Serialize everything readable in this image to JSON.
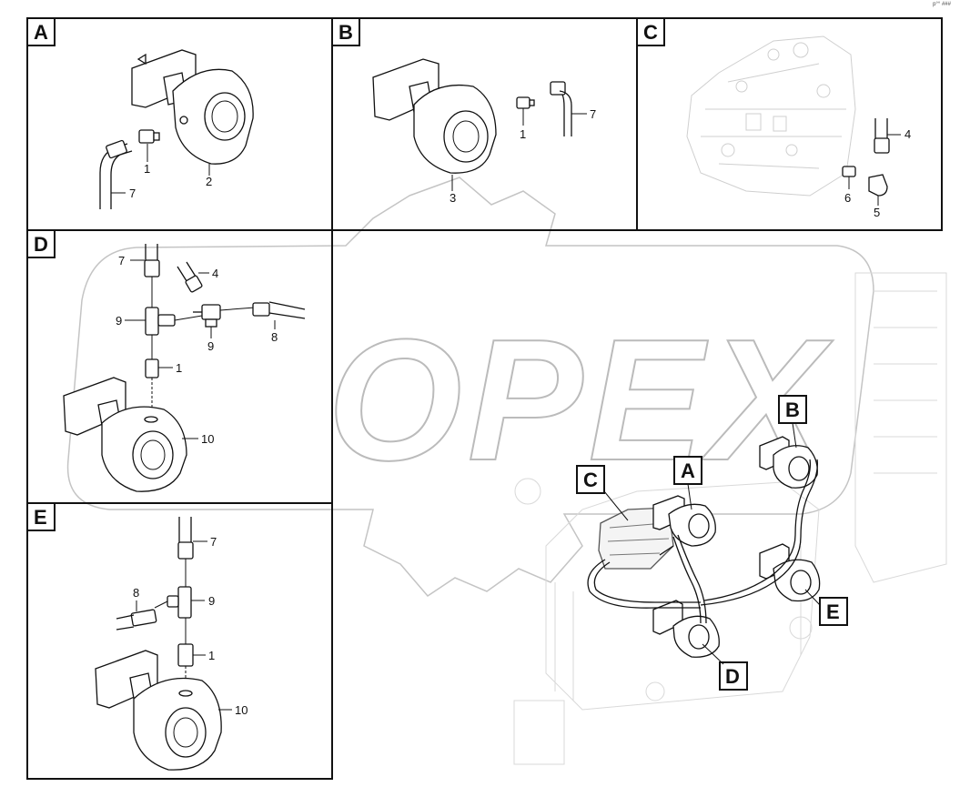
{
  "corner_note": "p°° ###",
  "watermark": "OPEX",
  "panels": [
    {
      "letter": "A",
      "callouts": [
        "1",
        "2",
        "7"
      ]
    },
    {
      "letter": "B",
      "callouts": [
        "1",
        "3",
        "7"
      ]
    },
    {
      "letter": "C",
      "callouts": [
        "4",
        "5",
        "6"
      ]
    },
    {
      "letter": "D",
      "callouts": [
        "7",
        "4",
        "9",
        "9",
        "8",
        "1",
        "10"
      ]
    },
    {
      "letter": "E",
      "callouts": [
        "7",
        "8",
        "9",
        "1",
        "10"
      ]
    }
  ],
  "overview_tags": [
    "B",
    "C",
    "A",
    "E",
    "D"
  ],
  "colors": {
    "line": "#111111",
    "watermark": "#bdbdbd",
    "faint": "#d6d6d6"
  }
}
